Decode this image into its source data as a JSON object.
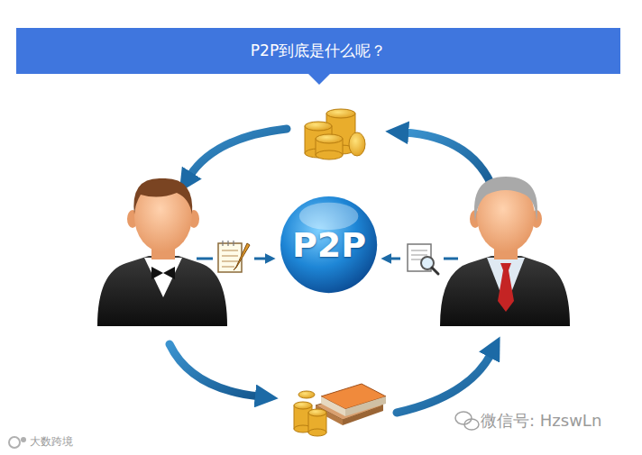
{
  "diagram": {
    "title": "P2P到底是什么呢？",
    "nodes": [
      {
        "text": [
          "P2P"
        ]
      }
    ],
    "labels": [
      "大数跨境",
      "微信号: HzswLn"
    ]
  }
}
